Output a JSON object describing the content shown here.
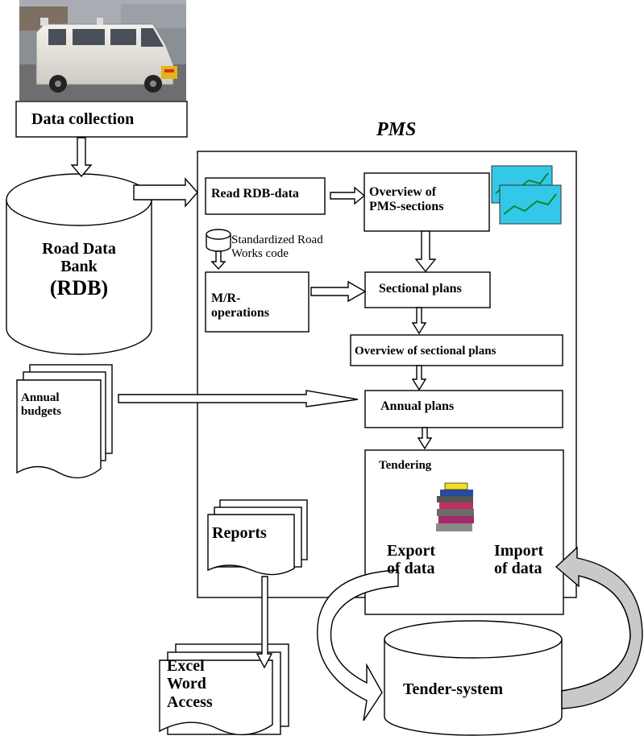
{
  "title": "PMS",
  "data_collection": "Data collection",
  "rdb": {
    "line1": "Road Data",
    "line2": "Bank",
    "line3": "(RDB)"
  },
  "read_rdb": "Read RDB-data",
  "overview_pms": {
    "line1": "Overview of",
    "line2": "PMS-sections"
  },
  "std_code": {
    "line1": "Standardized Road",
    "line2": "Works code"
  },
  "mr_ops": {
    "line1": "M/R-",
    "line2": "operations"
  },
  "sectional_plans": "Sectional plans",
  "overview_sectional": "Overview of sectional plans",
  "annual_budgets": {
    "line1": "Annual",
    "line2": "budgets"
  },
  "annual_plans": "Annual plans",
  "tendering": "Tendering",
  "reports": "Reports",
  "export": {
    "line1": "Export",
    "line2": "of data"
  },
  "import": {
    "line1": "Import",
    "line2": "of data"
  },
  "office": {
    "line1": "Excel",
    "line2": "Word",
    "line3": "Access"
  },
  "tender_system": "Tender-system"
}
